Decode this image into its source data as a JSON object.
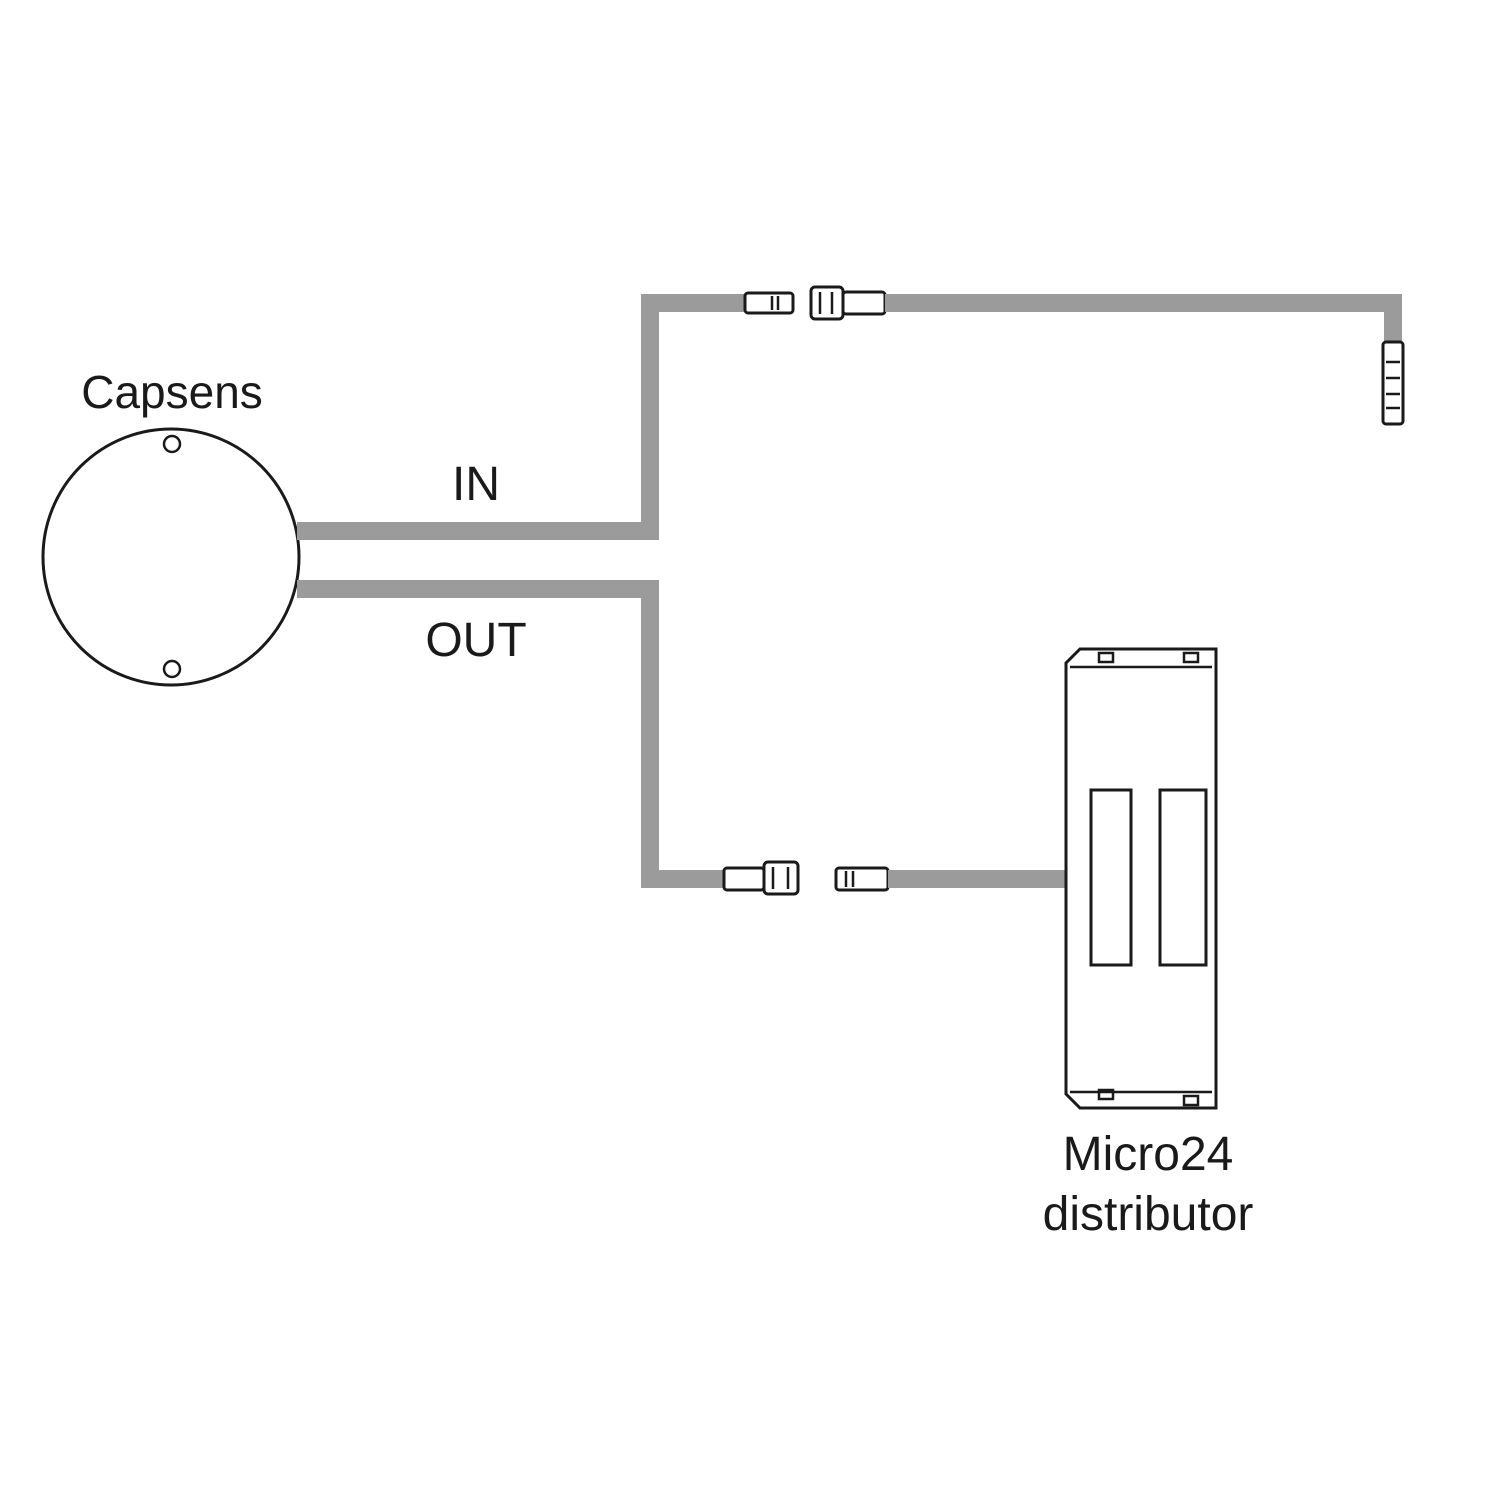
{
  "labels": {
    "capsens": "Capsens",
    "in": "IN",
    "out": "OUT",
    "distributor_line1": "Micro24",
    "distributor_line2": "distributor"
  },
  "colors": {
    "cable": "#9b9b9b",
    "outline": "#1a1a1a",
    "background": "#ffffff"
  }
}
